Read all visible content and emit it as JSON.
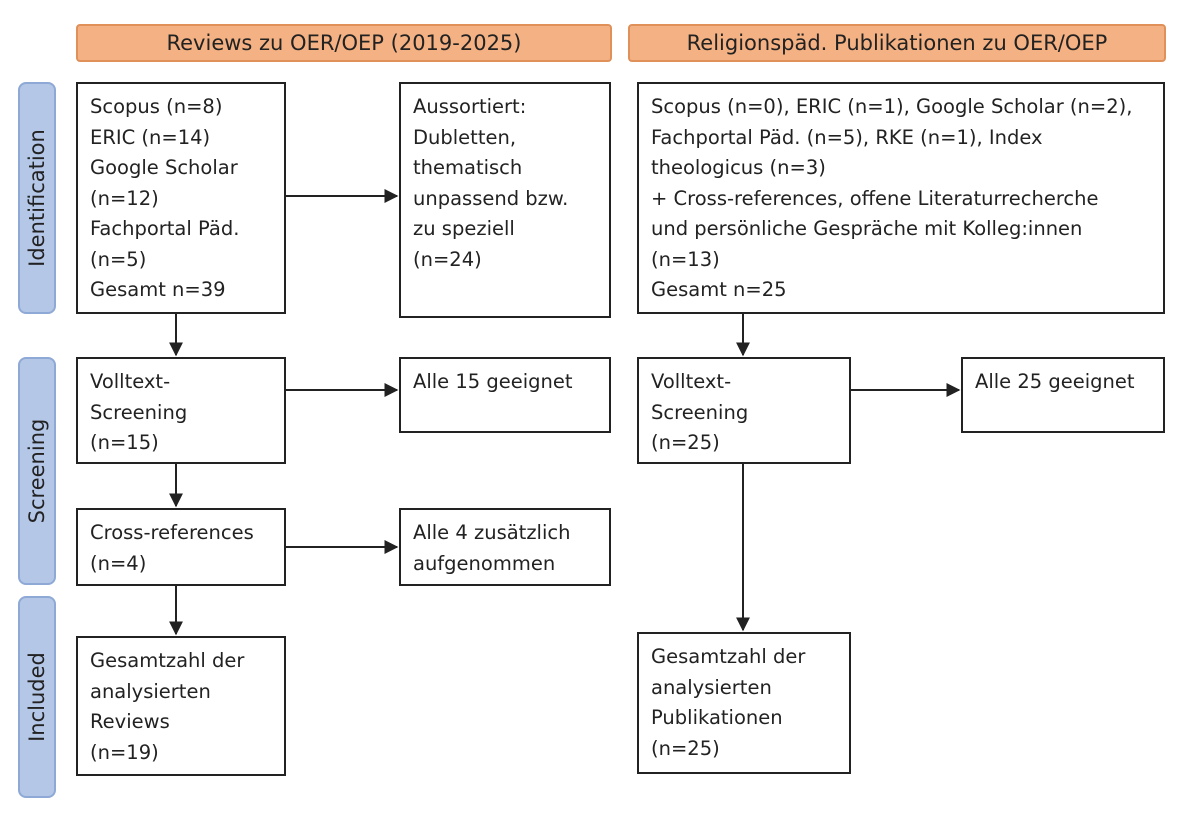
{
  "headers": {
    "left": "Reviews zu OER/OEP (2019-2025)",
    "right": "Religionspäd. Publikationen zu OER/OEP"
  },
  "stages": {
    "identification": "Identification",
    "screening": "Screening",
    "included": "Included"
  },
  "left": {
    "sources": "Scopus (n=8)\nERIC (n=14)\nGoogle Scholar\n(n=12)\nFachportal Päd.\n(n=5)\nGesamt n=39",
    "excluded": "Aussortiert:\nDubletten,\nthematisch\nunpassend bzw.\nzu speziell\n(n=24)",
    "fulltext": "Volltext-\nScreening\n(n=15)",
    "fulltext_result": "Alle 15 geeignet",
    "crossref": "Cross-references\n(n=4)",
    "crossref_result": "Alle 4 zusätzlich\naufgenommen",
    "total": "Gesamtzahl der\nanalysierten\nReviews\n(n=19)"
  },
  "right": {
    "sources": "Scopus (n=0), ERIC (n=1), Google Scholar (n=2),\nFachportal Päd. (n=5), RKE (n=1), Index\ntheologicus (n=3)\n+ Cross-references, offene Literaturrecherche\nund persönliche Gespräche mit Kolleg:innen\n(n=13)\nGesamt n=25",
    "fulltext": "Volltext-\nScreening\n(n=25)",
    "fulltext_result": "Alle 25 geeignet",
    "total": "Gesamtzahl der\nanalysierten\nPublikationen\n(n=25)"
  },
  "colors": {
    "header_fill": "#f4b183",
    "stage_fill": "#b4c7e7",
    "box_border": "#222222"
  }
}
